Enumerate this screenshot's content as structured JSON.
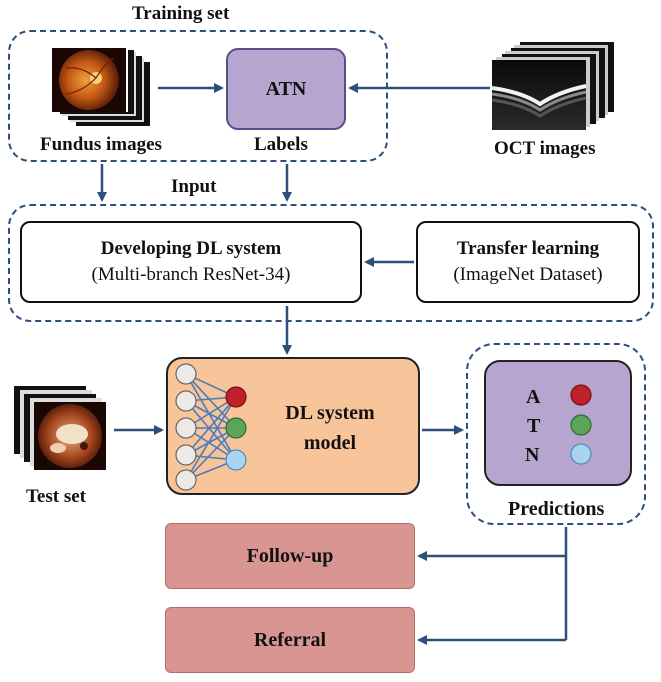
{
  "training_set": {
    "title": "Training set",
    "fundus_label": "Fundus images",
    "labels_box": "ATN",
    "labels_label": "Labels",
    "oct_label": "OCT images"
  },
  "input": {
    "title": "Input",
    "dl_system_title": "Developing DL system",
    "dl_system_sub": "(Multi-branch ResNet-34)",
    "transfer_title": "Transfer learning",
    "transfer_sub": "(ImageNet Dataset)"
  },
  "model": {
    "test_set_label": "Test set",
    "model_line1": "DL system",
    "model_line2": "model",
    "predictions_label": "Predictions",
    "pred_letters": [
      "A",
      "T",
      "N"
    ]
  },
  "outputs": {
    "follow_up": "Follow-up",
    "referral": "Referral"
  },
  "colors": {
    "arrow": "#2e4f7a",
    "atn_purple": "#b6a6cf",
    "model_orange": "#f8c59b",
    "action_pink": "#d99592",
    "node_red": "#c0202a",
    "node_green": "#5aa55a",
    "node_blue": "#a9d4f0"
  }
}
